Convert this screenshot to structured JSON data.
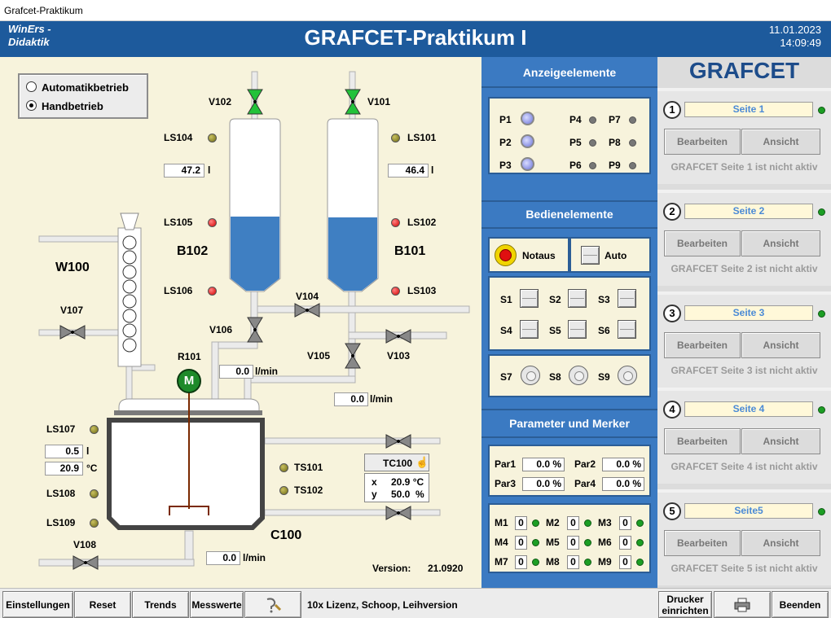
{
  "window_title": "Grafcet-Praktikum",
  "header": {
    "brand_line1": "WinErs -",
    "brand_line2": "Didaktik",
    "title": "GRAFCET-Praktikum I",
    "date": "11.01.2023",
    "time": "14:09:49"
  },
  "mode": {
    "automatic_label": "Automatikbetrieb",
    "manual_label": "Handbetrieb",
    "selected": "Handbetrieb"
  },
  "plant": {
    "valves": {
      "v102": "V102",
      "v101": "V101",
      "v104": "V104",
      "v106": "V106",
      "v105": "V105",
      "v103": "V103",
      "v107": "V107",
      "v108": "V108"
    },
    "sensors": {
      "ls104": "LS104",
      "ls101": "LS101",
      "ls105": "LS105",
      "ls102": "LS102",
      "ls106": "LS106",
      "ls103": "LS103",
      "ls107": "LS107",
      "ls108": "LS108",
      "ls109": "LS109",
      "ts101": "TS101",
      "ts102": "TS102"
    },
    "tanks": {
      "b102": "B102",
      "b101": "B101",
      "c100": "C100",
      "w100": "W100"
    },
    "motor": {
      "label": "R101",
      "symbol": "M"
    },
    "values": {
      "b102_level": "47.2",
      "b101_level": "46.4",
      "b102_unit": "l",
      "b101_unit": "l",
      "flow_v106": "0.0",
      "flow_v105": "0.0",
      "flow_v108": "0.0",
      "flow_unit": "l/min",
      "c100_level": "0.5",
      "c100_level_unit": "l",
      "c100_temp": "20.9",
      "c100_temp_unit": "°C"
    },
    "tc100": {
      "label": "TC100",
      "x_label": "x",
      "x_value": "20.9 °C",
      "y_label": "y",
      "y_value": "50.0  %"
    },
    "version_label": "Version:",
    "version_value": "21.0920",
    "levels": {
      "b102_fill": 0.47,
      "b101_fill": 0.46
    }
  },
  "middle": {
    "display_heading": "Anzeigeelemente",
    "lamps": [
      "P1",
      "P2",
      "P3",
      "P4",
      "P5",
      "P6",
      "P7",
      "P8",
      "P9"
    ],
    "controls_heading": "Bedienelemente",
    "notaus_label": "Notaus",
    "auto_label": "Auto",
    "switches": [
      "S1",
      "S2",
      "S3",
      "S4",
      "S5",
      "S6"
    ],
    "buttons": [
      "S7",
      "S8",
      "S9"
    ],
    "params_heading": "Parameter und Merker",
    "params": [
      {
        "name": "Par1",
        "value": "0.0 %"
      },
      {
        "name": "Par2",
        "value": "0.0 %"
      },
      {
        "name": "Par3",
        "value": "0.0 %"
      },
      {
        "name": "Par4",
        "value": "0.0 %"
      }
    ],
    "markers": [
      "M1",
      "M2",
      "M3",
      "M4",
      "M5",
      "M6",
      "M7",
      "M8",
      "M9"
    ],
    "marker_value": "0"
  },
  "grafcet": {
    "title": "GRAFCET",
    "edit_label": "Bearbeiten",
    "view_label": "Ansicht",
    "pages": [
      {
        "num": "1",
        "name": "Seite 1",
        "msg": "GRAFCET Seite 1 ist nicht aktiv"
      },
      {
        "num": "2",
        "name": "Seite 2",
        "msg": "GRAFCET Seite 2 ist nicht aktiv"
      },
      {
        "num": "3",
        "name": "Seite 3",
        "msg": "GRAFCET Seite 3 ist nicht aktiv"
      },
      {
        "num": "4",
        "name": "Seite 4",
        "msg": "GRAFCET Seite 4 ist nicht aktiv"
      },
      {
        "num": "5",
        "name": "Seite5",
        "msg": "GRAFCET Seite 5 ist nicht aktiv"
      }
    ]
  },
  "bottom": {
    "settings": "Einstellungen",
    "reset": "Reset",
    "trends": "Trends",
    "measurements": "Messwerte",
    "license": "10x Lizenz, Schoop, Leihversion",
    "printer_line1": "Drucker",
    "printer_line2": "einrichten",
    "exit": "Beenden"
  },
  "icons": {
    "help": "help-pointer-icon",
    "print": "printer-icon",
    "hand": "hand-icon"
  },
  "colors": {
    "header_bg": "#1d5a9c",
    "plant_bg": "#f7f3dc",
    "panel_bg": "#3b7ac2",
    "water": "#3f7fc2",
    "valve_open": "#22c23a",
    "led_red": "#e00000",
    "led_green": "#1c9e24",
    "grafcet_title": "#1d4c8a"
  }
}
